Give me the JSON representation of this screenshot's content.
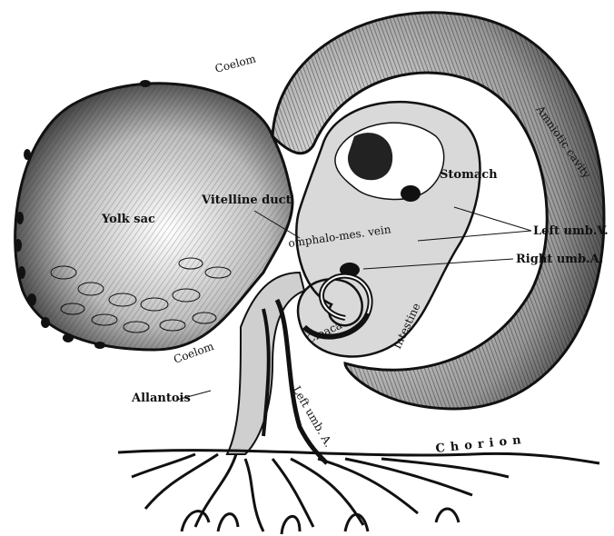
{
  "figure": {
    "labels": {
      "coelom_top": "Coelom",
      "amniotic_cavity": "Amniotic cavity",
      "stomach": "Stomach",
      "yolk_sac": "Yolk sac",
      "vitelline_duct": "Vitelline duct",
      "omphalo_mes_vein": "omphalo-mes. vein",
      "left_umb_v": "Left umb.V.",
      "right_umb_a": "Right umb.A.",
      "coelom_bottom": "Coelom",
      "cloaca": "Cloaca",
      "intestine": "Intestine",
      "allantois": "Allantois",
      "left_umb_a": "Left umb. A.",
      "chorion": "Chorion"
    },
    "colors": {
      "ink": "#111111",
      "paper": "#ffffff"
    }
  }
}
